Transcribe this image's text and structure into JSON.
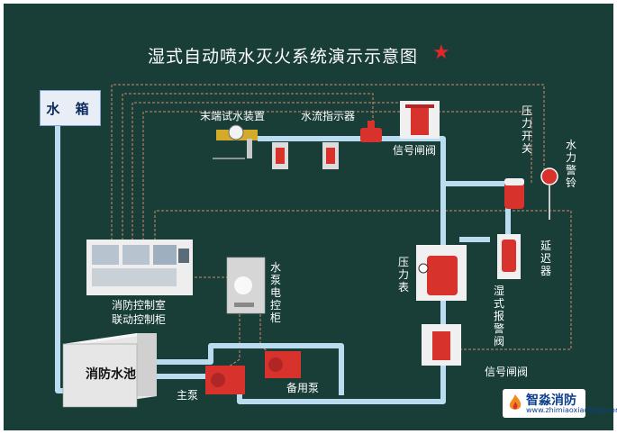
{
  "title": "湿式自动喷水灭火系统演示示意图",
  "star_symbol": "★",
  "labels": {
    "water_tank": "水 箱",
    "terminal_test": "末端试水装置",
    "flow_indicator": "水流指示器",
    "signal_valve_top": "信号闸阀",
    "pressure_switch": "压力开关",
    "water_gong": "水力警铃",
    "control_room": "消防控制室",
    "linkage_cabinet": "联动控制柜",
    "pump_cabinet": "水泵电控柜",
    "pressure_gauge": "压力表",
    "alarm_valve": "湿式报警阀",
    "delay_device": "延迟器",
    "signal_valve_bottom": "信号闸阀",
    "pool": "消防水池",
    "main_pump": "主泵",
    "standby_pump": "备用泵"
  },
  "watermark": {
    "name": "智淼消防",
    "url": "www.zhimiaoxiaofang.com"
  },
  "colors": {
    "board": "#183e37",
    "pipe": "#b9dcf0",
    "equipment_red": "#d8322c",
    "signal_line": "#d9876b"
  }
}
